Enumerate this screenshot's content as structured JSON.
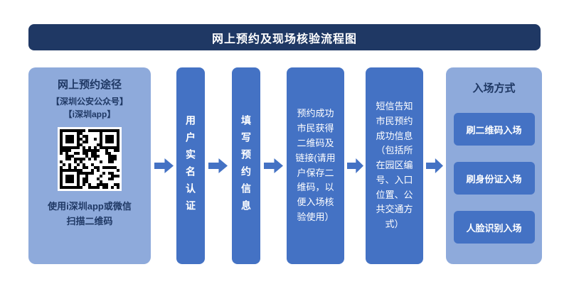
{
  "banner": {
    "title": "网上预约及现场核验流程图"
  },
  "step1": {
    "title": "网上预约途径",
    "subtitle1": "【深圳公安公众号】",
    "subtitle2": "【i深圳app】",
    "qr_icon": "qr-code",
    "caption_line1": "使用i深圳app或微信",
    "caption_line2": "扫描二维码"
  },
  "step2": {
    "label": "用户实名认证"
  },
  "step3": {
    "label": "填写预约信息"
  },
  "step4": {
    "label": "预约成功市民获得二维码及链接(请用户保存二维码，以便入场核验使用）"
  },
  "step5": {
    "label": "短信告知市民预约成功信息（包括所在园区编号、入口位置、公共交通方式）"
  },
  "step6": {
    "title": "入场方式",
    "options": [
      "刷二维码入场",
      "刷身份证入场",
      "人脸识别入场"
    ]
  },
  "colors": {
    "banner_bg": "#1f3864",
    "light_box_bg": "#8eaadb",
    "mid_box_bg": "#4472c4",
    "arrow": "#4472c4",
    "navy_text": "#1f3864",
    "white_text": "#ffffff"
  }
}
